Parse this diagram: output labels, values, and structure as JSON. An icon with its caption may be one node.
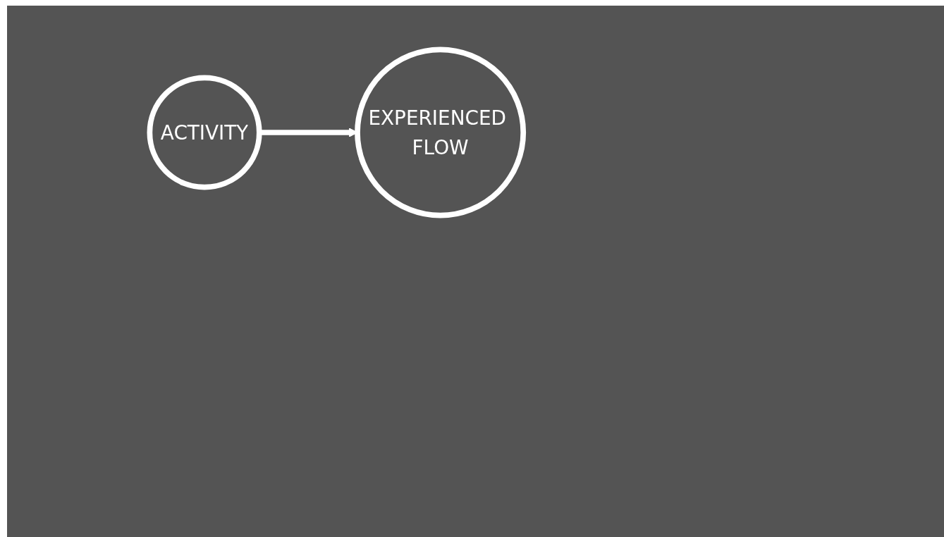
{
  "diagram": {
    "nodes": [
      {
        "text": [
          "ACTIVITY"
        ]
      },
      {
        "text": [
          "EXPERIENCED FLOW"
        ]
      }
    ],
    "edges": [
      {
        "from": 0,
        "to": 1,
        "arrow": "to"
      }
    ]
  }
}
